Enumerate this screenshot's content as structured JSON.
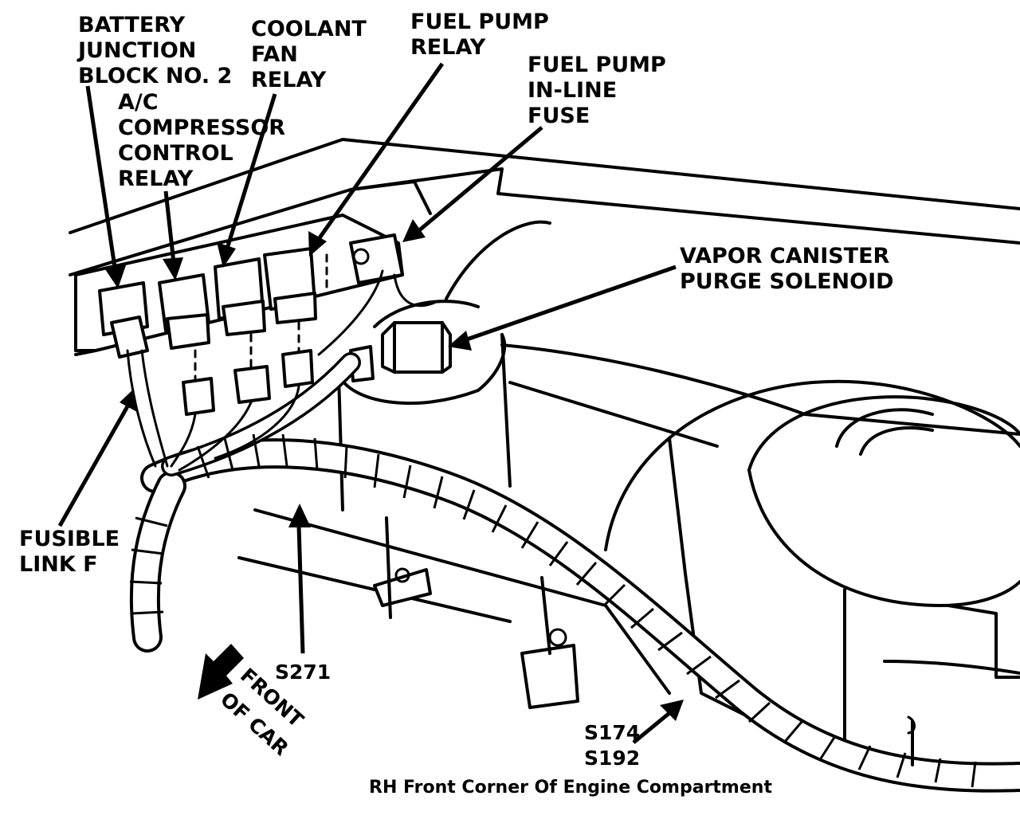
{
  "labels": {
    "battery_junction": [
      "BATTERY",
      "JUNCTION",
      "BLOCK NO. 2"
    ],
    "ac_relay": [
      "A/C",
      "COMPRESSOR",
      "CONTROL",
      "RELAY"
    ],
    "coolant_fan_relay": [
      "COOLANT",
      "FAN",
      "RELAY"
    ],
    "fuel_pump_relay": [
      "FUEL PUMP",
      "RELAY"
    ],
    "fuel_pump_fuse": [
      "FUEL PUMP",
      "IN-LINE",
      "FUSE"
    ],
    "vapor_canister": [
      "VAPOR CANISTER",
      "PURGE SOLENOID"
    ],
    "fusible_link": [
      "FUSIBLE",
      "LINK F"
    ],
    "splice_s271": "S271",
    "front_of_car": [
      "FRONT",
      "OF CAR"
    ],
    "splices_s174_s192": [
      "S174",
      "S192"
    ]
  },
  "caption": "RH Front Corner Of Engine Compartment",
  "colors": {
    "ink": "#000000",
    "paper": "#ffffff"
  }
}
